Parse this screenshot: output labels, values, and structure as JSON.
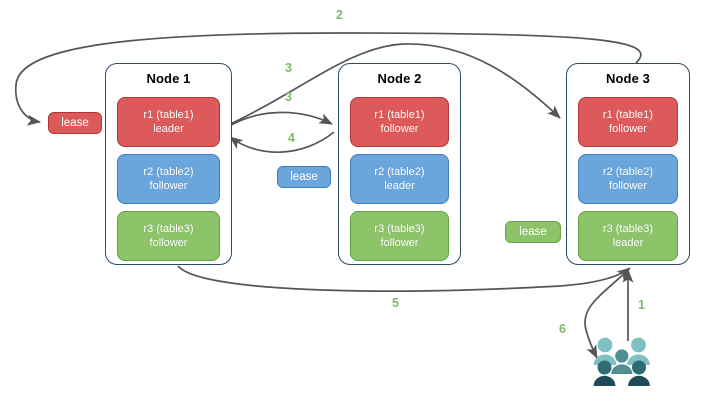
{
  "diagram": {
    "title": "raft lease replication diagram",
    "colors": {
      "red": "#dd5a5a",
      "red_border": "#b33535",
      "blue": "#6aa6dc",
      "blue_border": "#3f7fbb",
      "green": "#8dc46a",
      "green_border": "#64a243",
      "node_border": "#2e4a68",
      "arrow": "#555555",
      "step_label": "#7dbb6a",
      "users_light": "#7fc0c2",
      "users_mid": "#4f8f94",
      "users_dark": "#2f6b72",
      "users_darkest": "#1f4a57"
    }
  },
  "nodes": [
    {
      "title": "Node 1",
      "replicas": [
        {
          "name": "r1 (table1)",
          "role": "leader",
          "color": "red"
        },
        {
          "name": "r2 (table2)",
          "role": "follower",
          "color": "blue"
        },
        {
          "name": "r3 (table3)",
          "role": "follower",
          "color": "green"
        }
      ]
    },
    {
      "title": "Node 2",
      "replicas": [
        {
          "name": "r1 (table1)",
          "role": "follower",
          "color": "red"
        },
        {
          "name": "r2 (table2)",
          "role": "leader",
          "color": "blue"
        },
        {
          "name": "r3 (table3)",
          "role": "follower",
          "color": "green"
        }
      ]
    },
    {
      "title": "Node 3",
      "replicas": [
        {
          "name": "r1 (table1)",
          "role": "follower",
          "color": "red"
        },
        {
          "name": "r2 (table2)",
          "role": "follower",
          "color": "blue"
        },
        {
          "name": "r3 (table3)",
          "role": "leader",
          "color": "green"
        }
      ]
    }
  ],
  "leases": [
    {
      "label": "lease",
      "color": "red"
    },
    {
      "label": "lease",
      "color": "blue"
    },
    {
      "label": "lease",
      "color": "green"
    }
  ],
  "steps": [
    {
      "label": "1"
    },
    {
      "label": "2"
    },
    {
      "label": "3"
    },
    {
      "label": "3"
    },
    {
      "label": "4"
    },
    {
      "label": "5"
    },
    {
      "label": "6"
    }
  ],
  "actors": {
    "users_icon": "users-group-icon"
  }
}
